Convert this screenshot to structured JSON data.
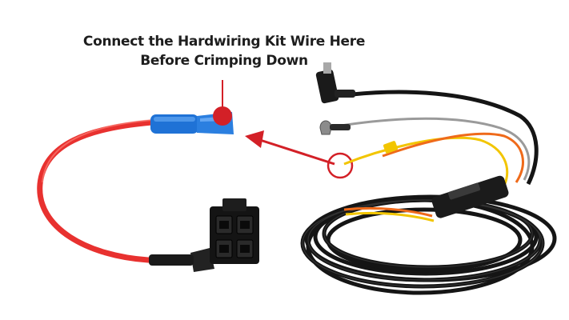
{
  "caption": {
    "line1": "Connect the Hardwiring Kit Wire Here",
    "line2": "Before Crimping Down"
  },
  "colors": {
    "accent_red": "#d32027",
    "fuse_wire_red": "#e8312f",
    "crimp_blue": "#1f72d6",
    "cable_black": "#151515",
    "wire_yellow": "#f2c500",
    "wire_orange": "#ef6a1a",
    "wire_gray": "#9a9a9a"
  },
  "icons": [
    "pointer-dot-marker",
    "circle-marker",
    "arrow-indicator"
  ]
}
